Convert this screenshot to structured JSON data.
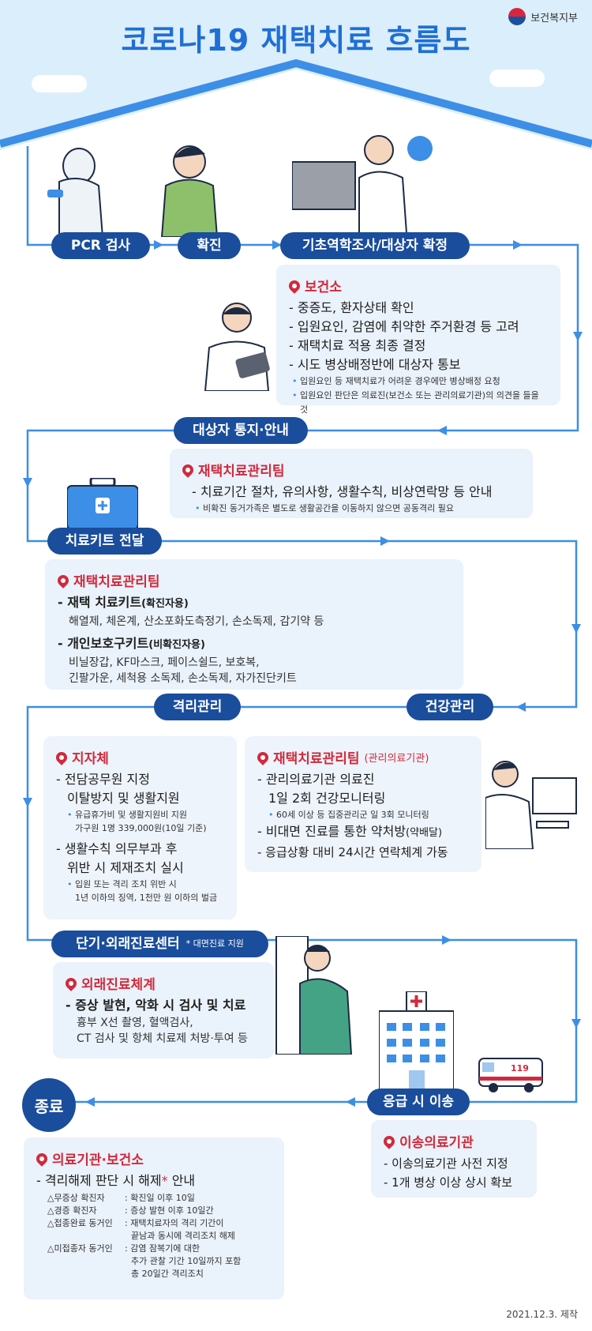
{
  "title": "코로나19 재택치료 흐름도",
  "ministry": "보건복지부",
  "colors": {
    "navy": "#1a4d9c",
    "blue": "#3d8ee6",
    "red": "#d12a3c",
    "panel": "#eaf2fb",
    "sky": "#dbeefb"
  },
  "steps": {
    "pcr": "PCR 검사",
    "confirm": "확진",
    "survey": "기초역학조사/대상자 확정",
    "notify": "대상자 통지·안내",
    "kit": "치료키트 전달",
    "isolation": "격리관리",
    "health": "건강관리",
    "clinic": "단기·외래진료센터",
    "clinic_note": "* 대면진료 지원",
    "transfer": "응급 시 이송",
    "end": "종료"
  },
  "survey_panel": {
    "org": "보건소",
    "items": [
      "- 중증도, 환자상태 확인",
      "- 입원요인, 감염에 취약한 주거환경 등 고려",
      "- 재택치료 적용 최종 결정",
      "- 시도 병상배정반에 대상자 통보"
    ],
    "notes": [
      "입원요인 등 재택치료가 어려운 경우에만 병상배정 요청",
      "입원요인 판단은 의료진(보건소 또는 관리의료기관)의 의견을 들을 것"
    ]
  },
  "notify_panel": {
    "org": "재택치료관리팀",
    "items": [
      "- 치료기간 절차, 유의사항, 생활수칙, 비상연락망 등 안내"
    ],
    "notes": [
      "비확진 동거가족은 별도로 생활공간을 이동하지 않으면 공동격리 필요"
    ]
  },
  "kit_panel": {
    "org": "재택치료관리팀",
    "kit1_title": "- 재택 치료키트",
    "kit1_tag": "(확진자용)",
    "kit1_desc": "해열제, 체온계, 산소포화도측정기, 손소독제, 감기약 등",
    "kit2_title": "- 개인보호구키트",
    "kit2_tag": "(비확진자용)",
    "kit2_desc1": "비닐장갑, KF마스크, 페이스쉴드, 보호복,",
    "kit2_desc2": "긴팔가운, 세척용 소독제, 손소독제, 자가진단키트"
  },
  "isolation_panel": {
    "org": "지자체",
    "item1a": "- 전담공무원 지정",
    "item1b": "이탈방지 및 생활지원",
    "note1a": "유급휴가비 및 생활지원비 지원",
    "note1b": "가구원 1명 339,000원(10일 기준)",
    "item2a": "- 생활수칙 의무부과 후",
    "item2b": "위반 시 제재조치 실시",
    "note2a": "입원 또는 격리 조치 위반 시",
    "note2b": "1년 이하의 징역, 1천만 원 이하의 벌금"
  },
  "health_panel": {
    "org": "재택치료관리팀",
    "org_tag": "(관리의료기관)",
    "item1a": "- 관리의료기관 의료진",
    "item1b": "1일 2회 건강모니터링",
    "note1": "60세 이상 등 집중관리군 일 3회 모니터링",
    "item2": "- 비대면 진료를 통한 약처방",
    "item2_tag": "(약배달)",
    "item3": "- 응급상황 대비 24시간 연락체계 가동"
  },
  "clinic_panel": {
    "org": "외래진료체계",
    "item1": "- 증상 발현, 악화 시 검사 및 치료",
    "desc1": "흉부 X선 촬영, 혈액검사,",
    "desc2": "CT 검사 및 항체 치료제 처방·투여 등"
  },
  "transfer_panel": {
    "org": "이송의료기관",
    "items": [
      "- 이송의료기관 사전 지정",
      "- 1개 병상 이상 상시 확보"
    ]
  },
  "end_panel": {
    "org": "의료기관·보건소",
    "item": "- 격리해제 판단 시 해제",
    "item_star": "*",
    "item_tail": " 안내",
    "rows": [
      {
        "label": "△무증상 확진자",
        "text": ": 확진일 이후 10일"
      },
      {
        "label": "△경증 확진자",
        "text": ": 증상 발현 이후 10일간"
      },
      {
        "label": "△접종완료 동거인",
        "text": ": 재택치료자의 격리 기간이"
      },
      {
        "label": "",
        "text": "끝남과 동시에 격리조치 해제"
      },
      {
        "label": "△미접종자 동거인",
        "text": ": 감염 잠복기에 대한"
      },
      {
        "label": "",
        "text": "추가 관찰 기간 10일까지 포함"
      },
      {
        "label": "",
        "text": "총 20일간 격리조치"
      }
    ]
  },
  "ambulance_label": "119",
  "footer": "2021.12.3. 제작"
}
